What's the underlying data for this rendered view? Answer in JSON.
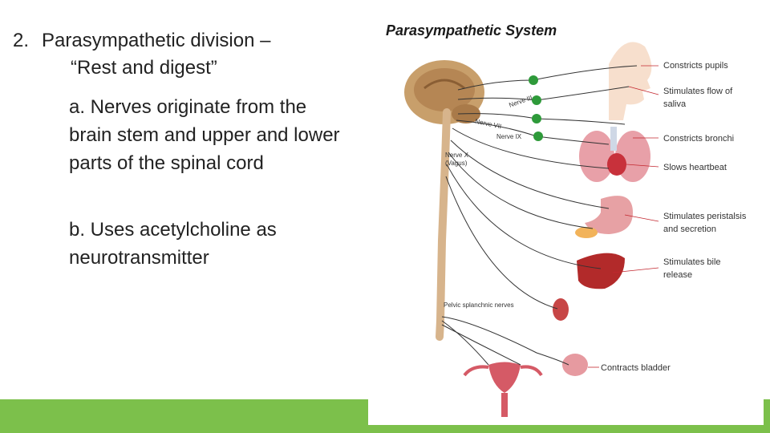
{
  "slide": {
    "heading_number": "2.",
    "heading_line1": "Parasympathetic division –",
    "heading_line2": "“Rest and digest”",
    "item_a": "a.  Nerves originate from the brain stem and upper and  lower parts of the spinal cord",
    "item_b": "b.  Uses acetylcholine as neurotransmitter"
  },
  "figure": {
    "title": "Parasympathetic  System",
    "effects": {
      "pupils": "Constricts pupils",
      "saliva": "Stimulates flow of saliva",
      "bronchi": "Constricts bronchi",
      "heart": "Slows heartbeat",
      "peristalsis": "Stimulates peristalsis and secretion",
      "bile": "Stimulates bile release",
      "bladder": "Contracts bladder"
    },
    "nerves": {
      "n3": "Nerve III",
      "n7": "Nerve VII",
      "n9": "Nerve IX",
      "n10": "Nerve X",
      "vagus": "(Vagus)",
      "pelvic": "Pelvic splanchnic nerves"
    }
  },
  "colors": {
    "accent_bar": "#7cc04b",
    "nerve": "#333333",
    "ganglion": "#2e9a3a"
  }
}
